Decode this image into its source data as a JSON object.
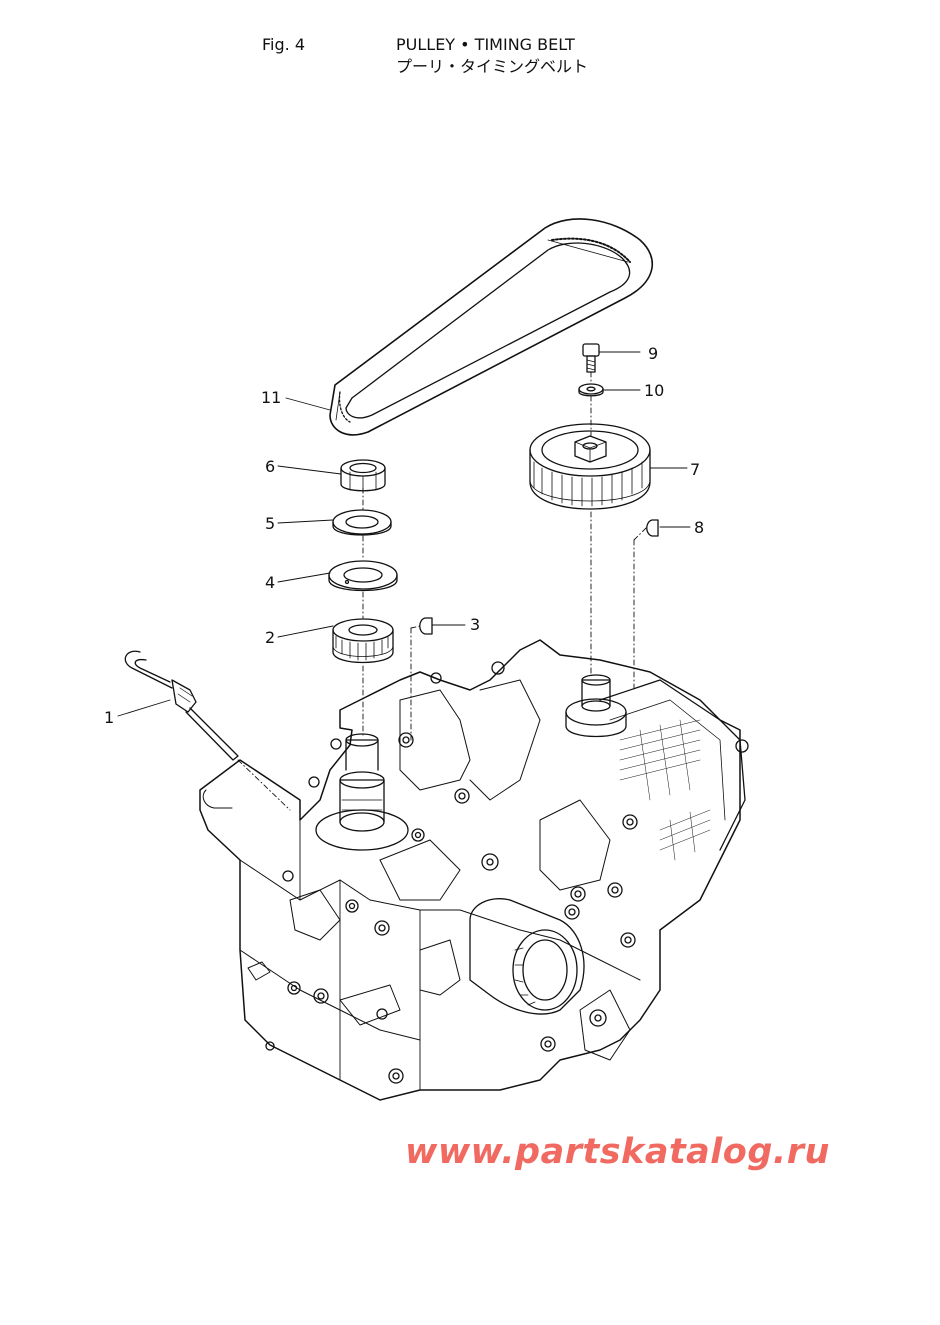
{
  "header": {
    "figure": "Fig. 4",
    "title_en": "PULLEY • TIMING BELT",
    "title_jp": "プーリ・タイミングベルト"
  },
  "callouts": {
    "p1": "1",
    "p2": "2",
    "p3": "3",
    "p4": "4",
    "p5": "5",
    "p6": "6",
    "p7": "7",
    "p8": "8",
    "p9": "9",
    "p10": "10",
    "p11": "11"
  },
  "watermark": "www.partskatalog.ru",
  "colors": {
    "line": "#111111",
    "watermark": "#f05a50"
  }
}
